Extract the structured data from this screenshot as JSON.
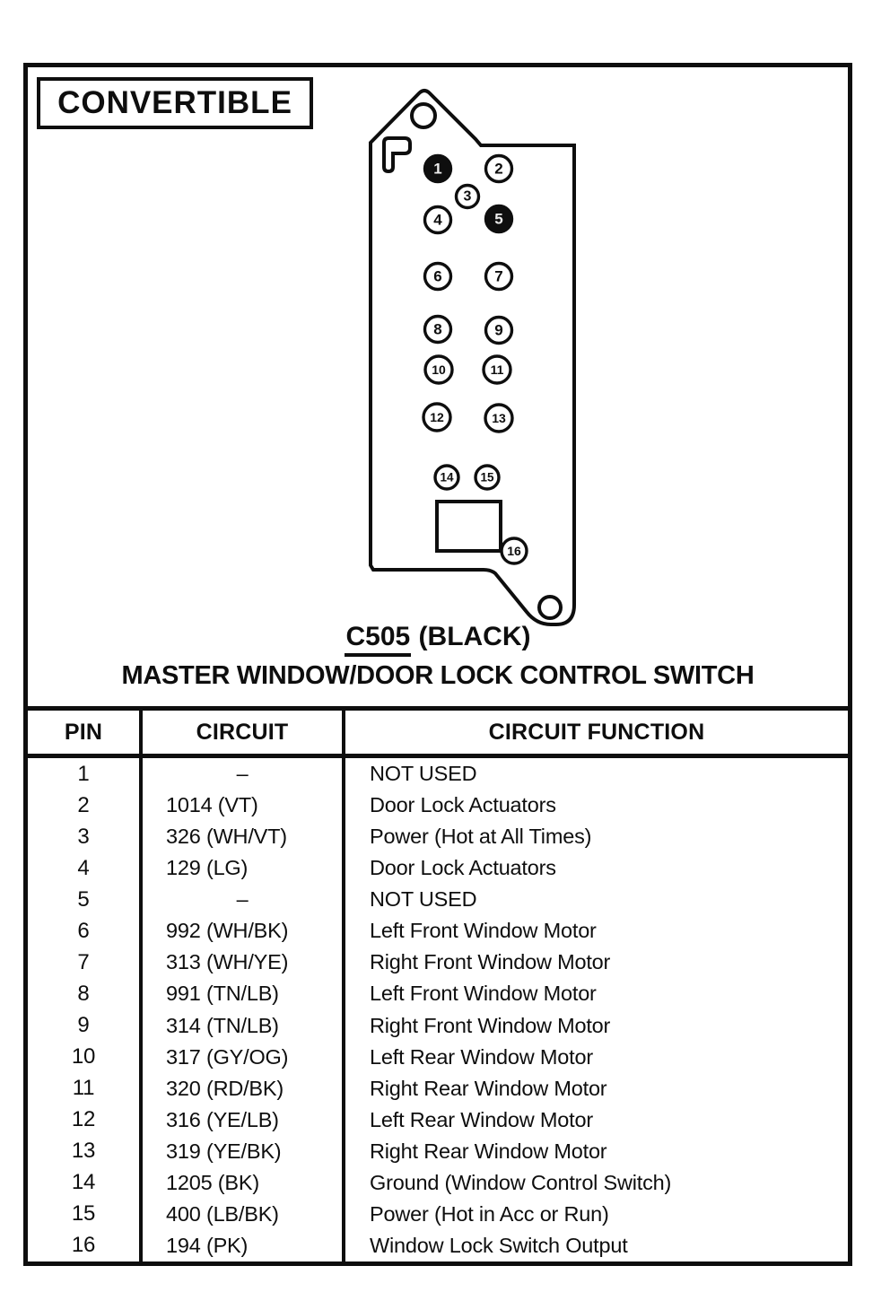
{
  "colors": {
    "ink": "#0e0e0e",
    "paper": "#ffffff"
  },
  "variant_label": "CONVERTIBLE",
  "connector": {
    "caption_id": "C505",
    "caption_suffix": " (BLACK)",
    "title": "MASTER WINDOW/DOOR LOCK CONTROL SWITCH",
    "pins": [
      {
        "n": "1",
        "filled": true
      },
      {
        "n": "2",
        "filled": false
      },
      {
        "n": "3",
        "filled": false
      },
      {
        "n": "4",
        "filled": false
      },
      {
        "n": "5",
        "filled": true
      },
      {
        "n": "6",
        "filled": false
      },
      {
        "n": "7",
        "filled": false
      },
      {
        "n": "8",
        "filled": false
      },
      {
        "n": "9",
        "filled": false
      },
      {
        "n": "10",
        "filled": false
      },
      {
        "n": "11",
        "filled": false
      },
      {
        "n": "12",
        "filled": false
      },
      {
        "n": "13",
        "filled": false
      },
      {
        "n": "14",
        "filled": false
      },
      {
        "n": "15",
        "filled": false
      },
      {
        "n": "16",
        "filled": false
      }
    ]
  },
  "table": {
    "headers": [
      "PIN",
      "CIRCUIT",
      "CIRCUIT FUNCTION"
    ],
    "rows": [
      [
        "1",
        "–",
        "NOT USED"
      ],
      [
        "2",
        "1014 (VT)",
        "Door Lock Actuators"
      ],
      [
        "3",
        "326 (WH/VT)",
        "Power (Hot at All Times)"
      ],
      [
        "4",
        "129 (LG)",
        "Door Lock Actuators"
      ],
      [
        "5",
        "–",
        "NOT USED"
      ],
      [
        "6",
        "992 (WH/BK)",
        "Left Front Window Motor"
      ],
      [
        "7",
        "313 (WH/YE)",
        "Right Front Window Motor"
      ],
      [
        "8",
        "991 (TN/LB)",
        "Left Front Window Motor"
      ],
      [
        "9",
        "314 (TN/LB)",
        "Right Front Window Motor"
      ],
      [
        "10",
        "317 (GY/OG)",
        "Left Rear Window Motor"
      ],
      [
        "11",
        "320 (RD/BK)",
        "Right Rear Window Motor"
      ],
      [
        "12",
        "316 (YE/LB)",
        "Left Rear Window Motor"
      ],
      [
        "13",
        "319 (YE/BK)",
        "Right Rear Window Motor"
      ],
      [
        "14",
        "1205 (BK)",
        "Ground (Window Control Switch)"
      ],
      [
        "15",
        "400 (LB/BK)",
        "Power (Hot in Acc or Run)"
      ],
      [
        "16",
        "194 (PK)",
        "Window Lock Switch Output"
      ]
    ]
  }
}
